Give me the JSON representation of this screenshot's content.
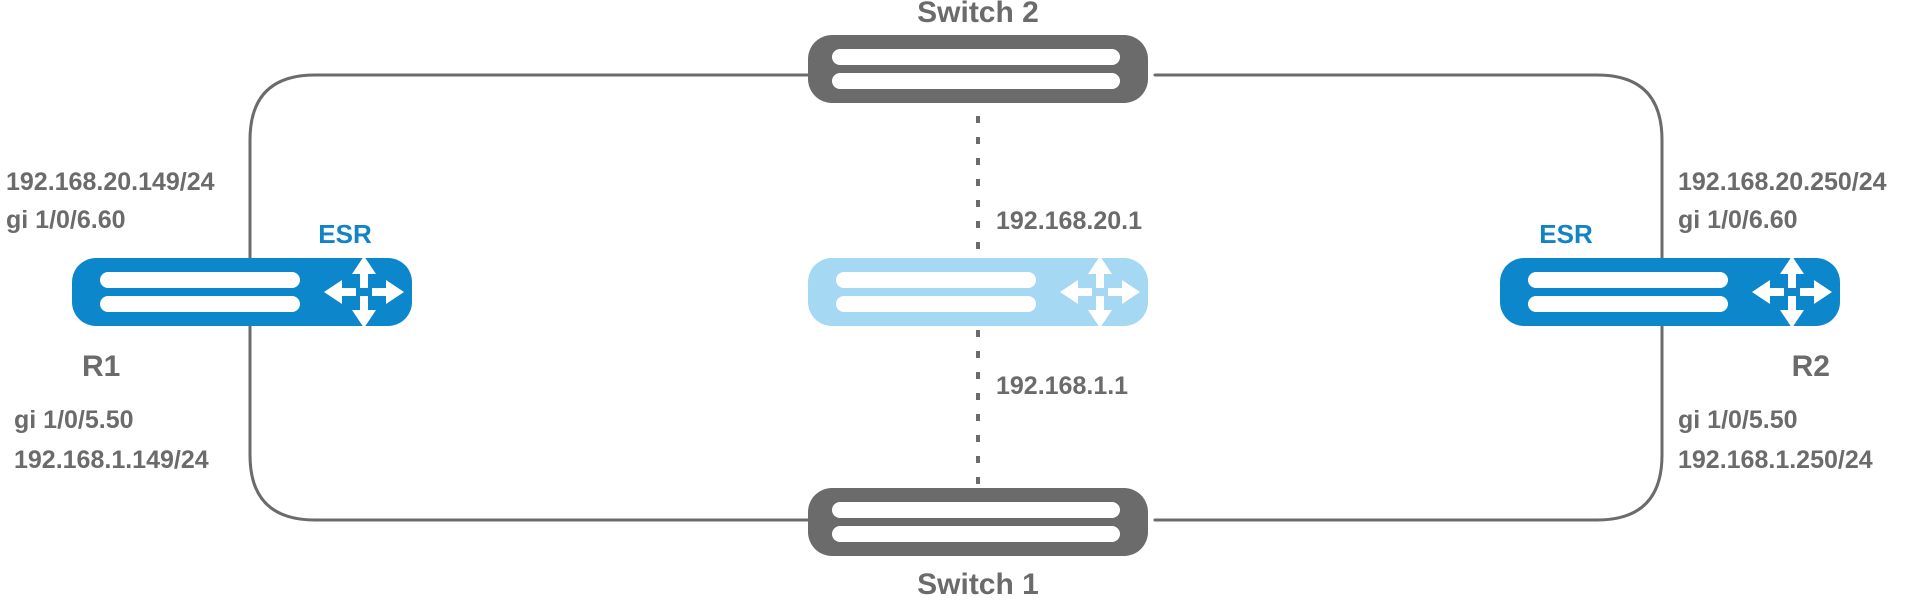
{
  "diagram": {
    "title": "Network topology with two ESR routers and two switches",
    "colors": {
      "router_blue": "#0d87cb",
      "router_blue_light": "#a5d8f3",
      "switch_gray": "#6b6b6b",
      "text_gray": "#6b6b6b",
      "esr_blue": "#1183c6",
      "link_gray": "#6b6b6b",
      "background": "#ffffff"
    },
    "nodes": {
      "switch_top": {
        "name": "switch-2",
        "label": "Switch 2",
        "icon": "switch-icon",
        "label_position": "above"
      },
      "switch_bottom": {
        "name": "switch-1",
        "label": "Switch 1",
        "icon": "switch-icon",
        "label_position": "below"
      },
      "router_left": {
        "name": "router-r1",
        "label": "R1",
        "badge": "ESR",
        "icon": "router-icon",
        "color": "#0d87cb"
      },
      "router_center": {
        "name": "router-center",
        "label": "",
        "badge": "",
        "icon": "router-icon",
        "color": "#a5d8f3"
      },
      "router_right": {
        "name": "router-r2",
        "label": "R2",
        "badge": "ESR",
        "icon": "router-icon",
        "color": "#0d87cb"
      }
    },
    "annotations": {
      "left_top": {
        "line1": "192.168.20.149/24",
        "line2": "gi 1/0/6.60"
      },
      "left_bottom": {
        "line1": "gi 1/0/5.50",
        "line2": "192.168.1.149/24"
      },
      "right_top": {
        "line1": "192.168.20.250/24",
        "line2": "gi 1/0/6.60"
      },
      "right_bottom": {
        "line1": "gi 1/0/5.50",
        "line2": "192.168.1.250/24"
      },
      "center_top_ip": "192.168.20.1",
      "center_bottom_ip": "192.168.1.1"
    },
    "links": [
      {
        "name": "link-r1-switch2",
        "style": "solid",
        "from": "router-r1",
        "to": "switch-2"
      },
      {
        "name": "link-r1-switch1",
        "style": "solid",
        "from": "router-r1",
        "to": "switch-1"
      },
      {
        "name": "link-r2-switch2",
        "style": "solid",
        "from": "router-r2",
        "to": "switch-2"
      },
      {
        "name": "link-r2-switch1",
        "style": "solid",
        "from": "router-r2",
        "to": "switch-1"
      },
      {
        "name": "link-center-switch2",
        "style": "dashed",
        "from": "router-center",
        "to": "switch-2"
      },
      {
        "name": "link-center-switch1",
        "style": "dashed",
        "from": "router-center",
        "to": "switch-1"
      }
    ]
  }
}
